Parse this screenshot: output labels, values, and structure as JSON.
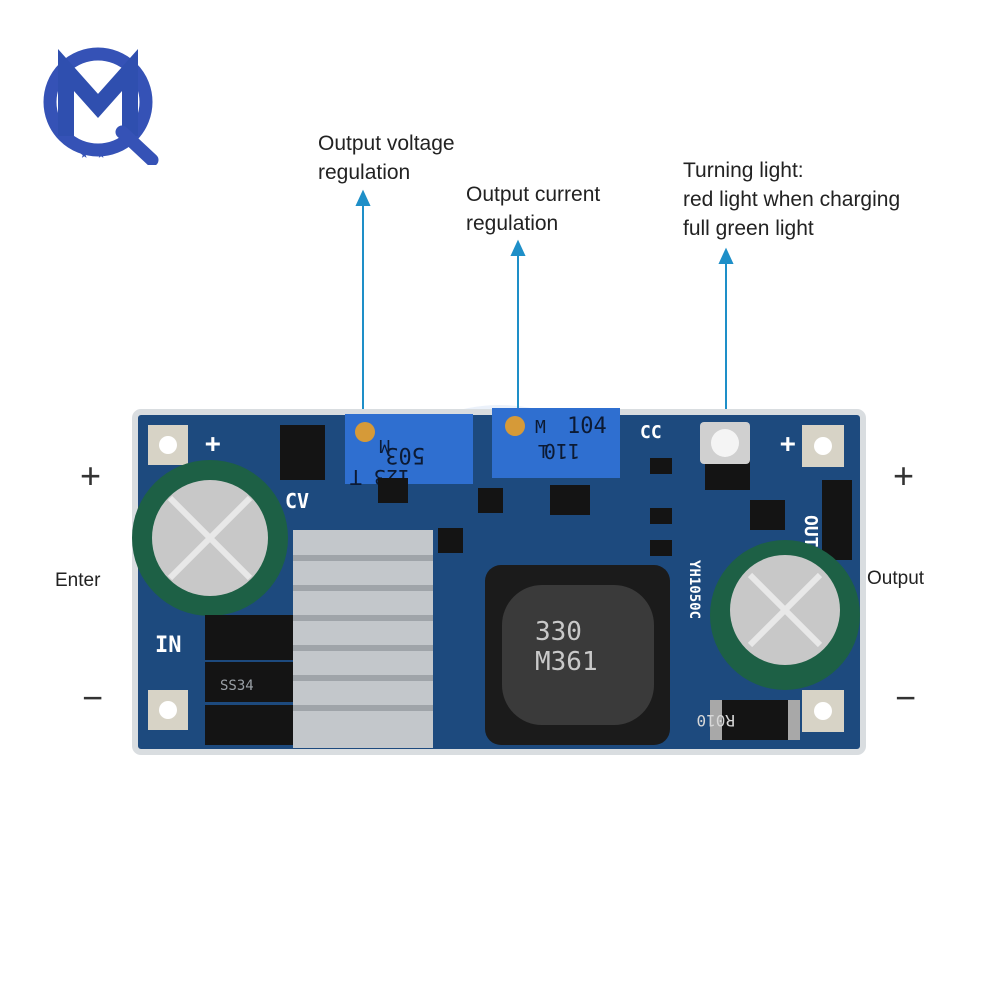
{
  "colors": {
    "pcb": "#1d4a7e",
    "arrow": "#1e8fc8",
    "trimmer": "#2f6fd0",
    "capacitor": "#1d6045",
    "logo": "#3552b6"
  },
  "logo": {
    "icon": "mq-star-logo"
  },
  "annotations": {
    "voltage": "Output voltage\nregulation",
    "current": "Output current\nregulation",
    "light": "Turning light:\nred light when charging\nfull green light"
  },
  "terminals": {
    "input_label": "Enter",
    "output_label": "Output",
    "plus": "+",
    "minus": "−"
  },
  "board": {
    "trimmer1_code": "503",
    "trimmer1_sub": "123 T",
    "trimmer1_m": "M",
    "trimmer2_code": "104",
    "trimmer2_sub": "110",
    "trimmer2_m": "M",
    "trimmer2_t": "T",
    "inductor_line1": "330",
    "inductor_line2": "M361",
    "resistor": "R010",
    "diode_text": "SS34",
    "mark_in": "IN",
    "mark_cv": "CV",
    "mark_cc": "CC",
    "mark_out": "OUT",
    "mark_model": "YH1050C",
    "pcb_plus": "+"
  }
}
